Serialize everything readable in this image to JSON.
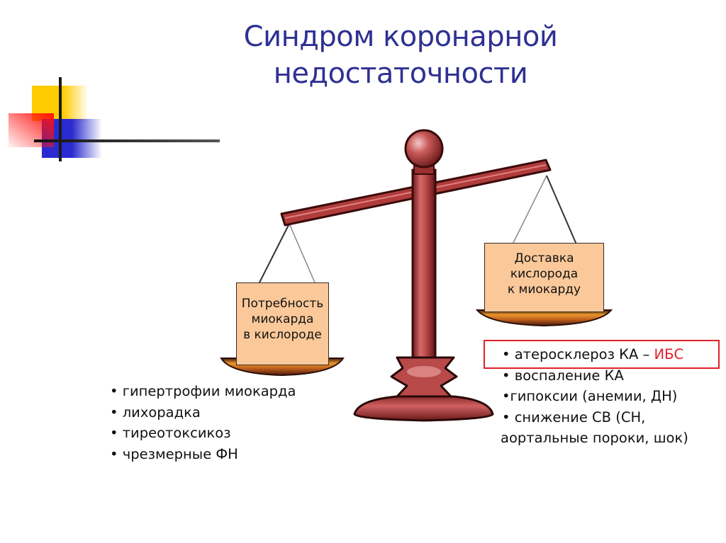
{
  "slide": {
    "title_line1": "Синдром коронарной",
    "title_line2": "недостаточности",
    "colors": {
      "title": "#2e3192",
      "box_fill": "#fbc89a",
      "scale": "#a83a3a",
      "highlight": "#e0202a",
      "deco_yellow": "#ffcc00",
      "deco_red": "#ff2020",
      "deco_blue": "#2b2bd0"
    },
    "scale": {
      "left_pan_label": [
        "Потребность",
        "миокарда",
        "в кислороде"
      ],
      "right_pan_label": [
        "Доставка",
        "кислорода",
        "к миокарду"
      ]
    },
    "demand_factors": [
      "• гипертрофии миокарда",
      "• лихорадка",
      "• тиреотоксикоз",
      "• чрезмерные ФН"
    ],
    "supply_factors": {
      "highlighted": {
        "prefix": "• атеросклероз КА – ",
        "emphasis": "ИБС"
      },
      "items": [
        "• воспаление КА",
        "•гипоксии (анемии, ДН)",
        "• снижение СВ (СН,",
        "аортальные пороки, шок)"
      ]
    }
  }
}
